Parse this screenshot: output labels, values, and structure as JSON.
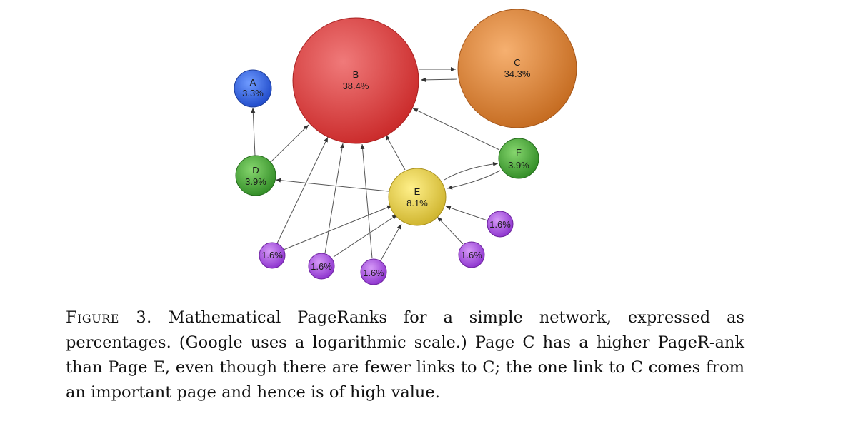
{
  "nodes": [
    {
      "id": "A",
      "label": "A",
      "value": "3.3%",
      "color": "#2f5fe0"
    },
    {
      "id": "B",
      "label": "B",
      "value": "38.4%",
      "color": "#e04040"
    },
    {
      "id": "C",
      "label": "C",
      "value": "34.3%",
      "color": "#d8802e"
    },
    {
      "id": "D",
      "label": "D",
      "value": "3.9%",
      "color": "#46a63a"
    },
    {
      "id": "E",
      "label": "E",
      "value": "8.1%",
      "color": "#e8d048"
    },
    {
      "id": "F",
      "label": "F",
      "value": "3.9%",
      "color": "#46a63a"
    },
    {
      "id": "p1",
      "label": "",
      "value": "1.6%",
      "color": "#a64ee6"
    },
    {
      "id": "p2",
      "label": "",
      "value": "1.6%",
      "color": "#a64ee6"
    },
    {
      "id": "p3",
      "label": "",
      "value": "1.6%",
      "color": "#a64ee6"
    },
    {
      "id": "p4",
      "label": "",
      "value": "1.6%",
      "color": "#a64ee6"
    },
    {
      "id": "p5",
      "label": "",
      "value": "1.6%",
      "color": "#a64ee6"
    }
  ],
  "edges": [
    [
      "B",
      "C"
    ],
    [
      "C",
      "B"
    ],
    [
      "D",
      "A"
    ],
    [
      "D",
      "B"
    ],
    [
      "E",
      "B"
    ],
    [
      "F",
      "B"
    ],
    [
      "E",
      "F"
    ],
    [
      "F",
      "E"
    ],
    [
      "E",
      "D"
    ],
    [
      "p1",
      "B"
    ],
    [
      "p1",
      "E"
    ],
    [
      "p2",
      "B"
    ],
    [
      "p2",
      "E"
    ],
    [
      "p3",
      "B"
    ],
    [
      "p3",
      "E"
    ],
    [
      "p4",
      "E"
    ],
    [
      "p5",
      "E"
    ]
  ],
  "caption": {
    "label": "Figure 3.",
    "text": "Mathematical PageRanks for a simple network, expressed as percentages. (Google uses a logarithmic scale.) Page C has a higher PageR-ank than Page E, even though there are fewer links to C; the one link to C comes from an important page and hence is of high value."
  }
}
